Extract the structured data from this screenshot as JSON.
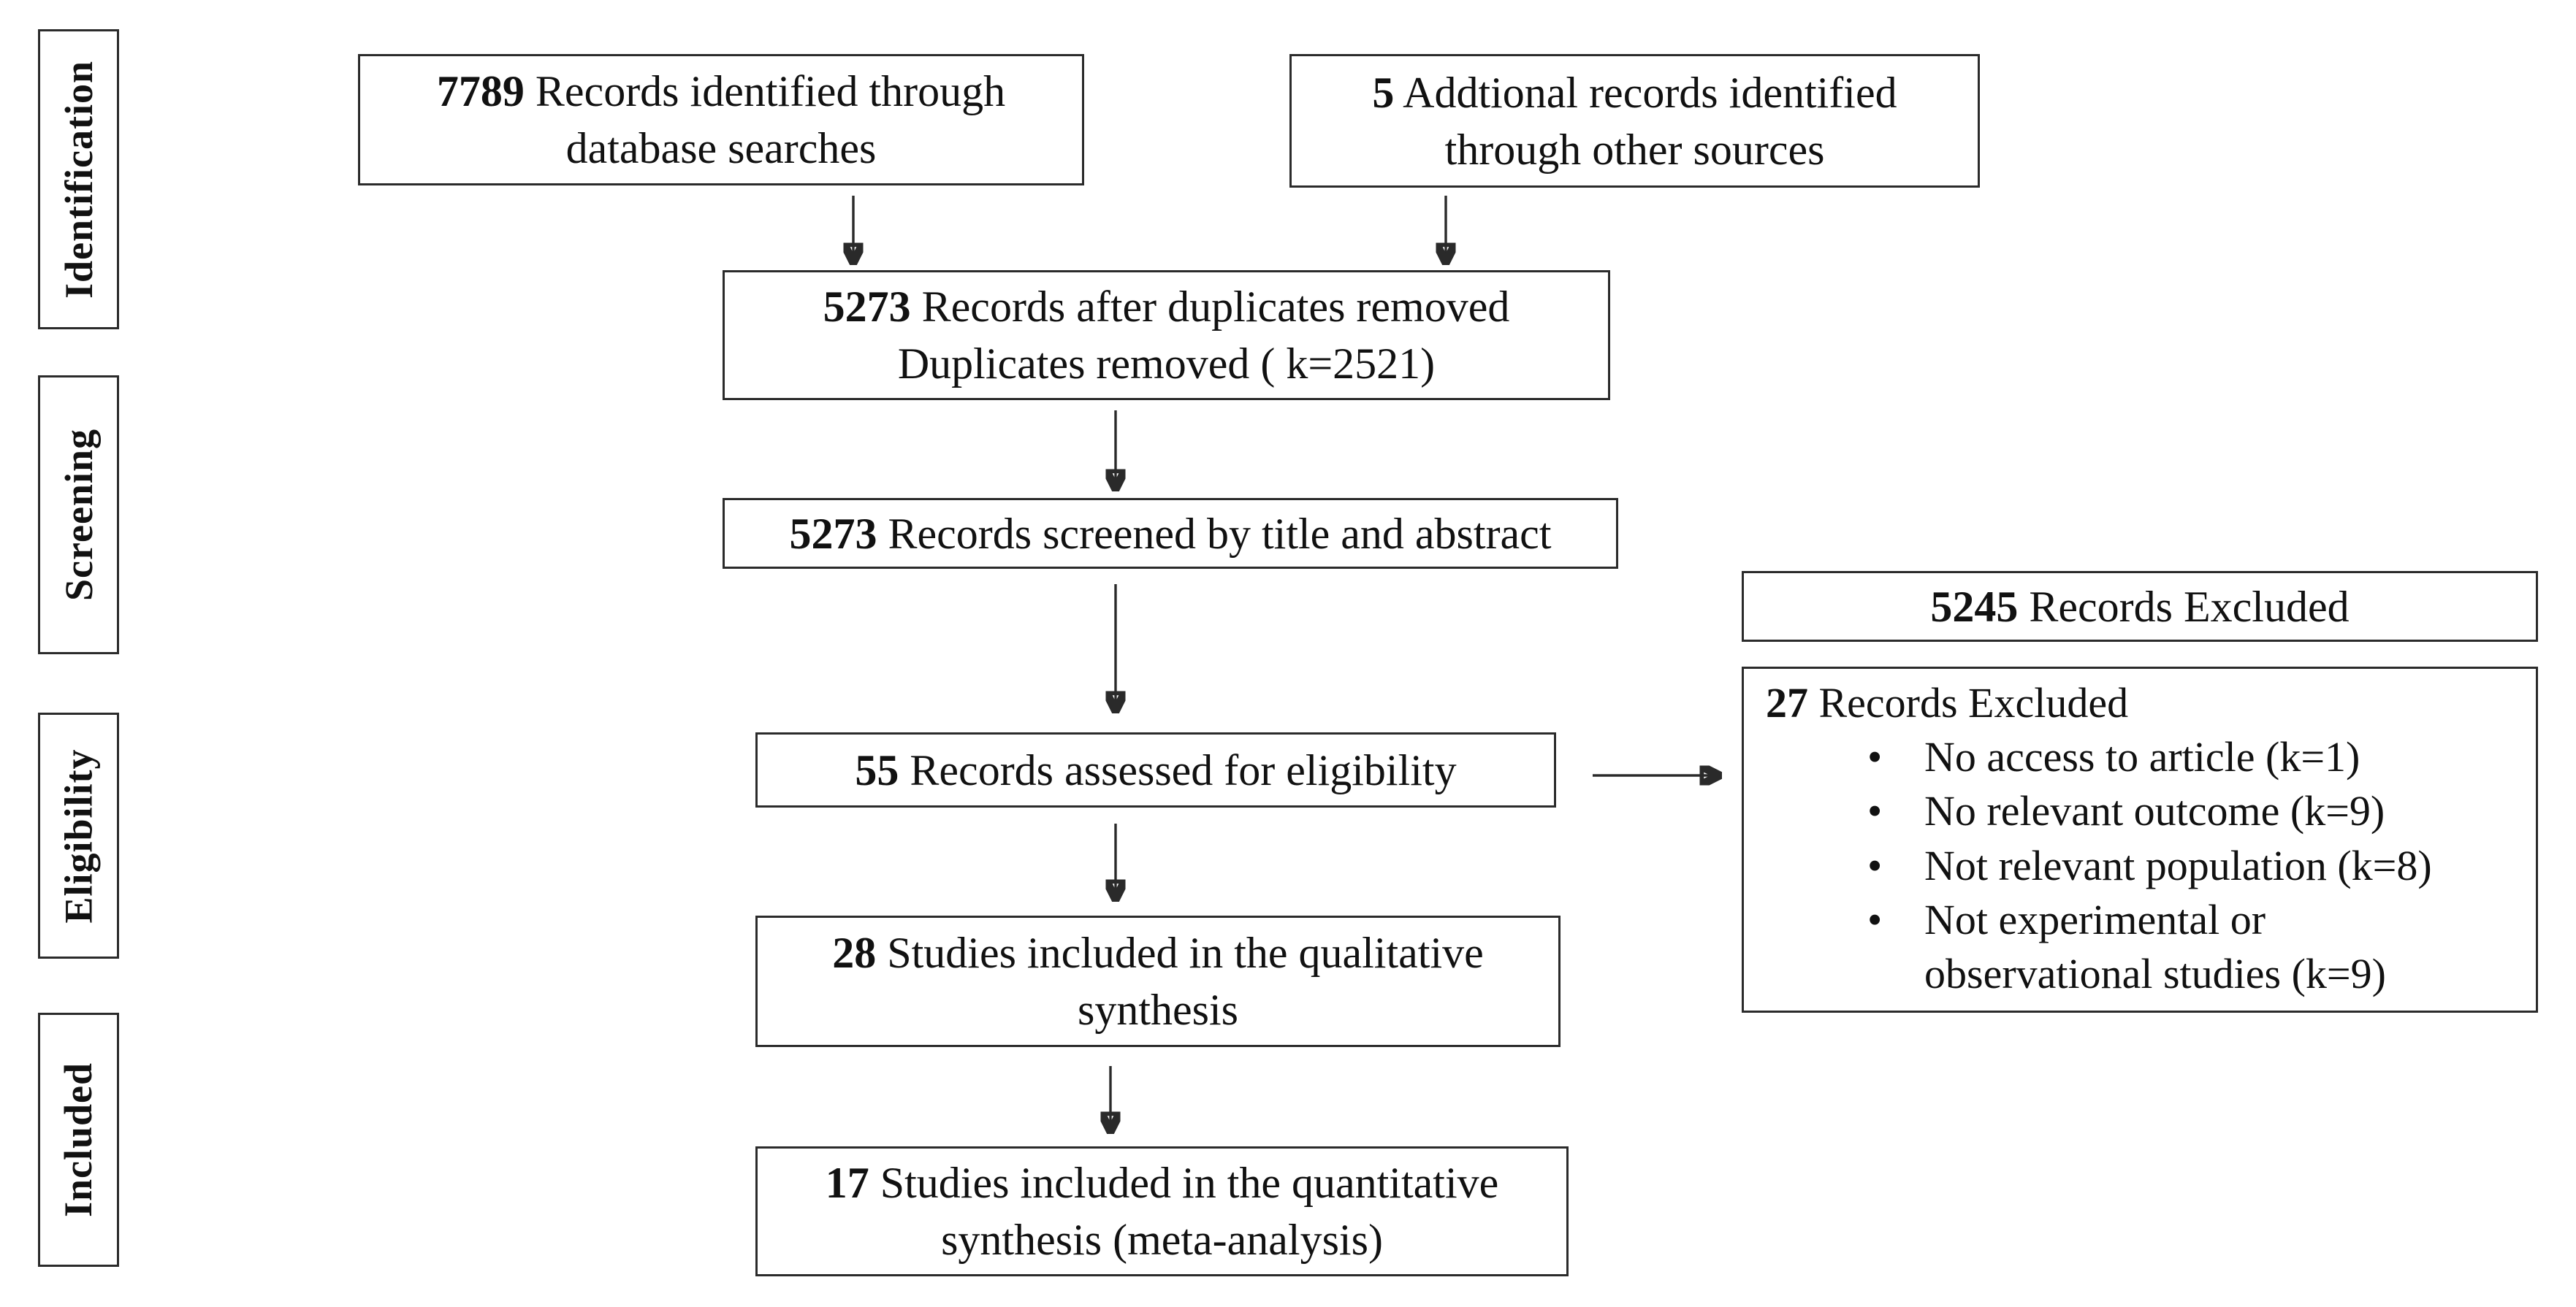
{
  "sidebar": {
    "stages": [
      {
        "label": "Identification"
      },
      {
        "label": "Screening"
      },
      {
        "label": "Eligibility"
      },
      {
        "label": "Included"
      }
    ]
  },
  "flow": {
    "identified_db": {
      "number": "7789",
      "line1": "Records identified through",
      "line2": "database searches"
    },
    "identified_other": {
      "number": "5",
      "line1": "Addtional records identified",
      "line2": "through other sources"
    },
    "after_duplicates": {
      "number": "5273",
      "line1": "Records after duplicates removed",
      "line2": "Duplicates removed ( k=2521)"
    },
    "screened": {
      "number": "5273",
      "line1": "Records screened by title and abstract"
    },
    "excluded_screening": {
      "number": "5245",
      "line1": "Records Excluded"
    },
    "assessed": {
      "number": "55",
      "line1": "Records assessed for eligibility"
    },
    "excluded_eligibility": {
      "number": "27",
      "title": "Records Excluded",
      "reasons": [
        "No access to article (k=1)",
        "No relevant outcome (k=9)",
        "Not relevant population (k=8)",
        "Not experimental or\nobservational studies (k=9)"
      ]
    },
    "qualitative": {
      "number": "28",
      "line1": "Studies included in the qualitative",
      "line2": "synthesis"
    },
    "quantitative": {
      "number": "17",
      "line1": "Studies included in the quantitative",
      "line2": "synthesis (meta-analysis)"
    }
  },
  "colors": {
    "border": "#2b2b2b",
    "text": "#111111",
    "background": "#ffffff"
  }
}
